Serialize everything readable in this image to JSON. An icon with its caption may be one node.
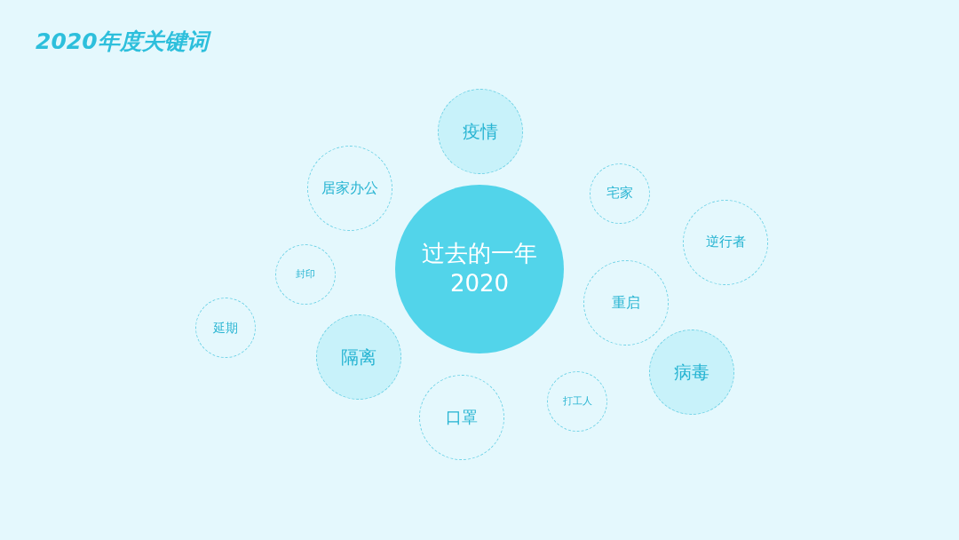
{
  "diagram": {
    "title": "2020年度关键词",
    "nodes": [
      {
        "text": [
          "疫情"
        ]
      },
      {
        "text": [
          "居家办公"
        ]
      },
      {
        "text": [
          "宅家"
        ]
      },
      {
        "text": [
          "逆行者"
        ]
      },
      {
        "text": [
          "过去的一年",
          "2020"
        ]
      },
      {
        "text": [
          "封印"
        ]
      },
      {
        "text": [
          "重启"
        ]
      },
      {
        "text": [
          "延期"
        ]
      },
      {
        "text": [
          "隔离"
        ]
      },
      {
        "text": [
          "病毒"
        ]
      },
      {
        "text": [
          "打工人"
        ]
      },
      {
        "text": [
          "口罩"
        ]
      }
    ]
  }
}
